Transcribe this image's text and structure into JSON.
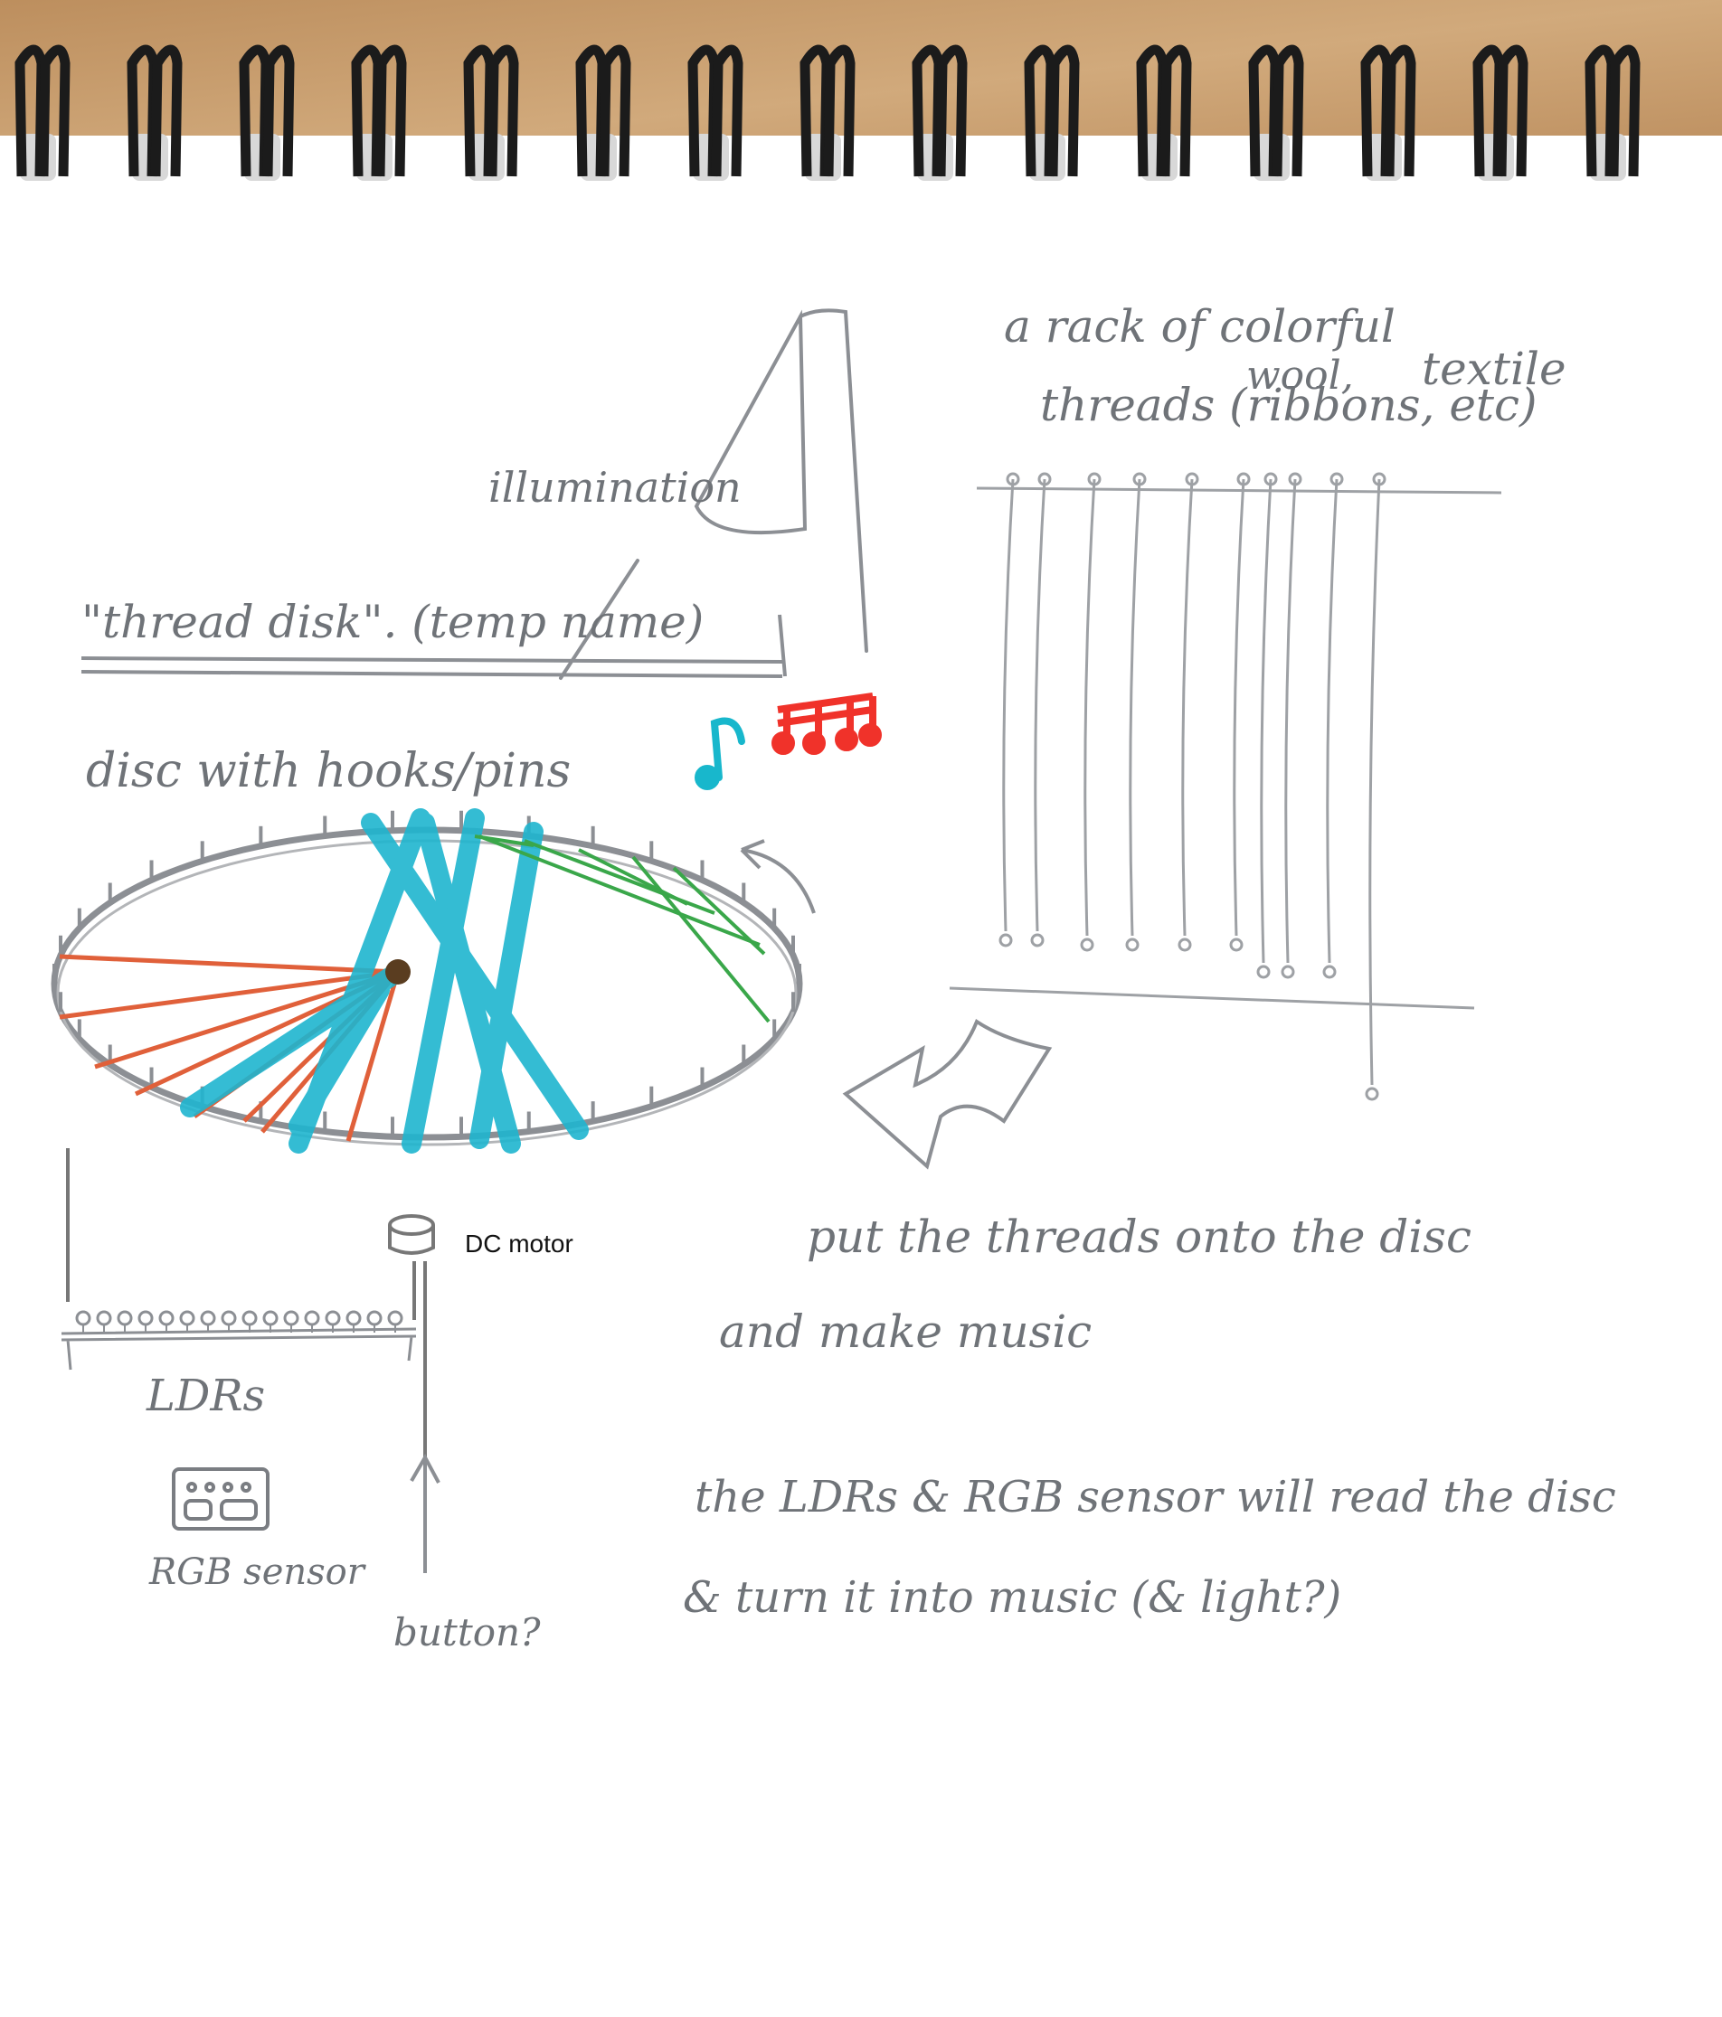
{
  "labels": {
    "rack_line1": "a rack of colorful",
    "rack_wool": "wool,",
    "rack_textile": "textile",
    "rack_line2": "threads (ribbons, etc)",
    "illumination": "illumination",
    "title": "\"thread disk\". (temp name)",
    "disc_note": "disc with hooks/pins",
    "dc_motor": "DC motor",
    "ldrs": "LDRs",
    "rgb_sensor": "RGB sensor",
    "button": "button?",
    "put_line1": "put the threads onto the disc",
    "put_line2": "and make music",
    "ldr_line1": "the LDRs & RGB sensor will read the disc",
    "ldr_line2": "& turn it into music (& light?)"
  },
  "colors": {
    "paper": "#ffffff",
    "pencil": "#8c8f94",
    "desk": "#c79a6b",
    "ring": "#1b1b1b",
    "thread_orange": "#e0603a",
    "thread_cyan": "#1fb5cf",
    "thread_green": "#3aa74a",
    "note_red": "#f0322a",
    "note_cyan": "#18b7cc"
  },
  "icons": [
    "spiral-binding-icon",
    "lamp-icon",
    "music-note-icon",
    "sixteenth-notes-icon",
    "dc-motor-icon",
    "rgb-sensor-icon",
    "curved-arrow-icon",
    "big-arrow-icon",
    "up-arrow-icon"
  ]
}
